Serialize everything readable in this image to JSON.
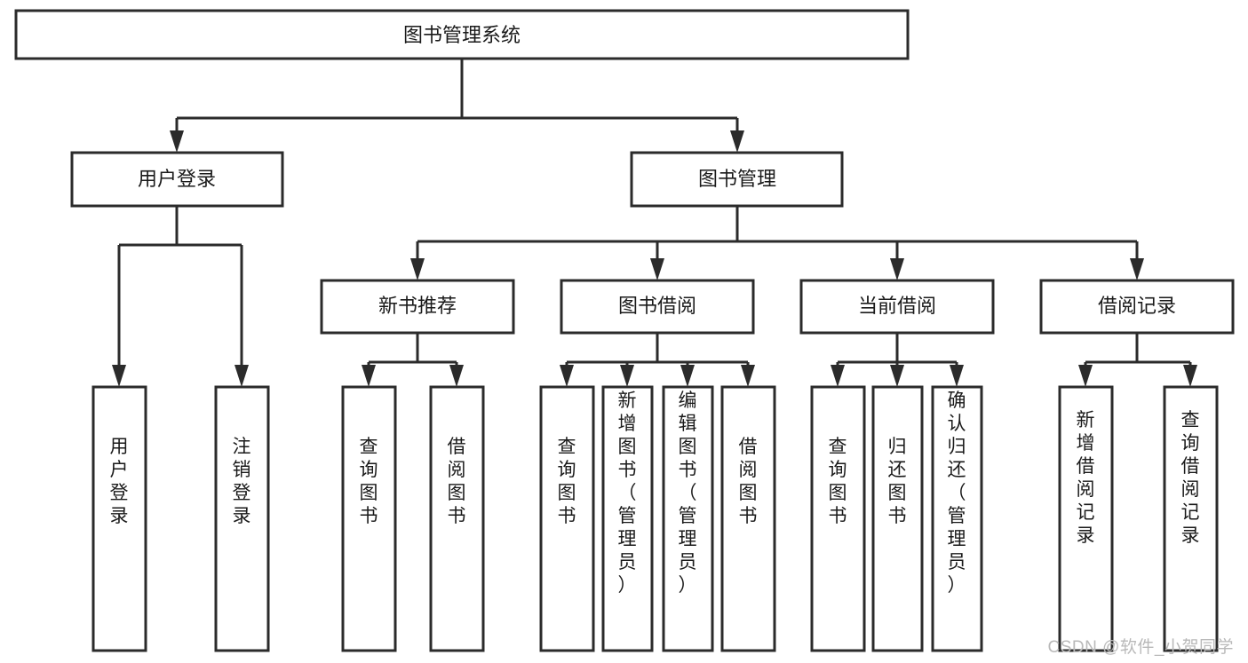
{
  "diagram": {
    "type": "tree",
    "title": "图书管理系统",
    "orientation": "top-down",
    "colors": {
      "box_fill": "#ffffff",
      "box_stroke": "#2b2b2b",
      "text": "#1a1a1a",
      "watermark": "#b9b9b9",
      "background": "#ffffff"
    },
    "levels": [
      {
        "level": 1,
        "nodes": [
          {
            "id": "root",
            "label": "图书管理系统",
            "orientation": "horizontal"
          }
        ]
      },
      {
        "level": 2,
        "nodes": [
          {
            "id": "login",
            "label": "用户登录",
            "orientation": "horizontal",
            "parent": "root"
          },
          {
            "id": "bookmgmt",
            "label": "图书管理",
            "orientation": "horizontal",
            "parent": "root"
          }
        ]
      },
      {
        "level": 3,
        "nodes": [
          {
            "id": "newbook",
            "label": "新书推荐",
            "orientation": "horizontal",
            "parent": "bookmgmt"
          },
          {
            "id": "borrow",
            "label": "图书借阅",
            "orientation": "horizontal",
            "parent": "bookmgmt"
          },
          {
            "id": "current",
            "label": "当前借阅",
            "orientation": "horizontal",
            "parent": "bookmgmt"
          },
          {
            "id": "record",
            "label": "借阅记录",
            "orientation": "horizontal",
            "parent": "bookmgmt"
          }
        ]
      },
      {
        "level": 4,
        "nodes": [
          {
            "id": "leaf1",
            "label": "用户登录",
            "orientation": "vertical",
            "parent": "login"
          },
          {
            "id": "leaf2",
            "label": "注销登录",
            "orientation": "vertical",
            "parent": "login"
          },
          {
            "id": "leaf3",
            "label": "查询图书",
            "orientation": "vertical",
            "parent": "newbook"
          },
          {
            "id": "leaf4",
            "label": "借阅图书",
            "orientation": "vertical",
            "parent": "newbook"
          },
          {
            "id": "leaf5",
            "label": "查询图书",
            "orientation": "vertical",
            "parent": "borrow"
          },
          {
            "id": "leaf6",
            "label": "新增图书（管理员）",
            "orientation": "vertical",
            "parent": "borrow"
          },
          {
            "id": "leaf7",
            "label": "编辑图书（管理员）",
            "orientation": "vertical",
            "parent": "borrow"
          },
          {
            "id": "leaf8",
            "label": "借阅图书",
            "orientation": "vertical",
            "parent": "borrow"
          },
          {
            "id": "leaf9",
            "label": "查询图书",
            "orientation": "vertical",
            "parent": "current"
          },
          {
            "id": "leaf10",
            "label": "归还图书",
            "orientation": "vertical",
            "parent": "current"
          },
          {
            "id": "leaf11",
            "label": "确认归还（管理员）",
            "orientation": "vertical",
            "parent": "current"
          },
          {
            "id": "leaf12",
            "label": "新增借阅记录",
            "orientation": "vertical",
            "parent": "record"
          },
          {
            "id": "leaf13",
            "label": "查询借阅记录",
            "orientation": "vertical",
            "parent": "record"
          }
        ]
      }
    ]
  },
  "watermark": {
    "text": "CSDN @软件_小贺同学"
  }
}
